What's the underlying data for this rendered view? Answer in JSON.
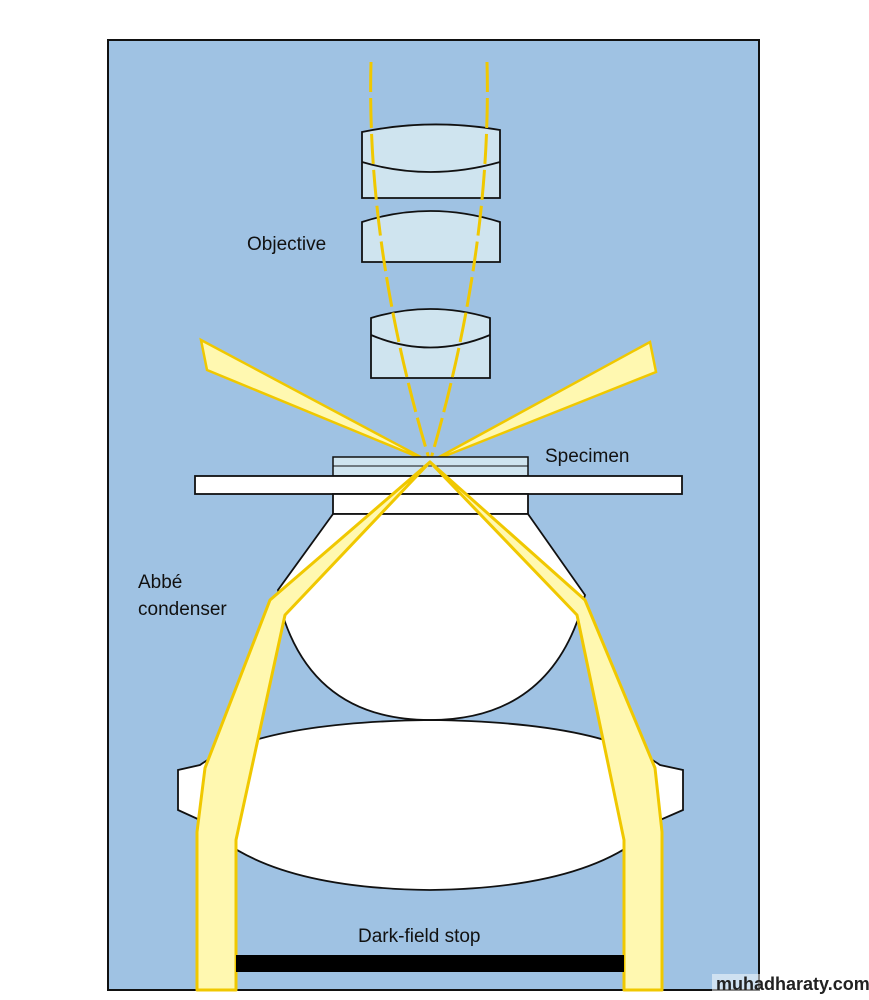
{
  "labels": {
    "objective": "Objective",
    "specimen": "Specimen",
    "condenser_line1": "Abbé",
    "condenser_line2": "condenser",
    "stop": "Dark-field stop"
  },
  "watermark": "muhadharaty.com",
  "colors": {
    "background": "#9fc2e3",
    "lens": "#cfe4ef",
    "beam": "#fff8b0",
    "beam_edge": "#f0c800",
    "stop": "#000000"
  }
}
